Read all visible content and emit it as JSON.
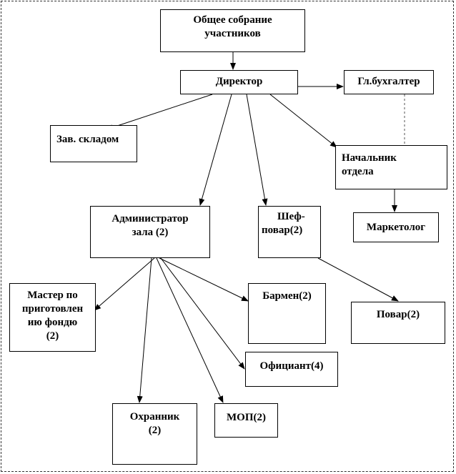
{
  "nodes": {
    "meeting": {
      "lines": [
        "Общее собрание",
        "участников"
      ]
    },
    "director": {
      "lines": [
        "Директор"
      ]
    },
    "accountant": {
      "lines": [
        "Гл.бухгалтер"
      ]
    },
    "warehouse": {
      "lines": [
        "Зав. складом"
      ]
    },
    "dept": {
      "lines": [
        "Начальник",
        "отдела"
      ]
    },
    "admin": {
      "lines": [
        "Администратор",
        "зала (2)"
      ]
    },
    "chef": {
      "lines": [
        "Шеф-",
        "повар(2)"
      ]
    },
    "marketer": {
      "lines": [
        "Маркетолог"
      ]
    },
    "fondue": {
      "lines": [
        "Мастер по",
        "приготовлен",
        "ию фондю",
        "(2)"
      ]
    },
    "barman": {
      "lines": [
        "Бармен(2)"
      ]
    },
    "cook": {
      "lines": [
        "Повар(2)"
      ]
    },
    "waiter": {
      "lines": [
        "Официант(4)"
      ]
    },
    "guard": {
      "lines": [
        "Охранник",
        "(2)"
      ]
    },
    "mop": {
      "lines": [
        "МОП(2)"
      ]
    }
  },
  "edges": [
    {
      "from": "meeting",
      "to": "director",
      "style": "solid"
    },
    {
      "from": "director",
      "to": "accountant",
      "style": "solid"
    },
    {
      "from": "director",
      "to": "warehouse",
      "style": "solid"
    },
    {
      "from": "director",
      "to": "dept",
      "style": "solid"
    },
    {
      "from": "director",
      "to": "admin",
      "style": "solid"
    },
    {
      "from": "director",
      "to": "chef",
      "style": "solid"
    },
    {
      "from": "accountant",
      "to": "dept",
      "style": "dashed"
    },
    {
      "from": "dept",
      "to": "marketer",
      "style": "solid"
    },
    {
      "from": "admin",
      "to": "fondue",
      "style": "solid"
    },
    {
      "from": "admin",
      "to": "barman",
      "style": "solid"
    },
    {
      "from": "admin",
      "to": "waiter",
      "style": "solid"
    },
    {
      "from": "admin",
      "to": "guard",
      "style": "solid"
    },
    {
      "from": "admin",
      "to": "mop",
      "style": "solid"
    },
    {
      "from": "chef",
      "to": "cook",
      "style": "solid"
    }
  ],
  "colors": {
    "line": "#000000",
    "box_border": "#000000",
    "background": "#ffffff"
  }
}
